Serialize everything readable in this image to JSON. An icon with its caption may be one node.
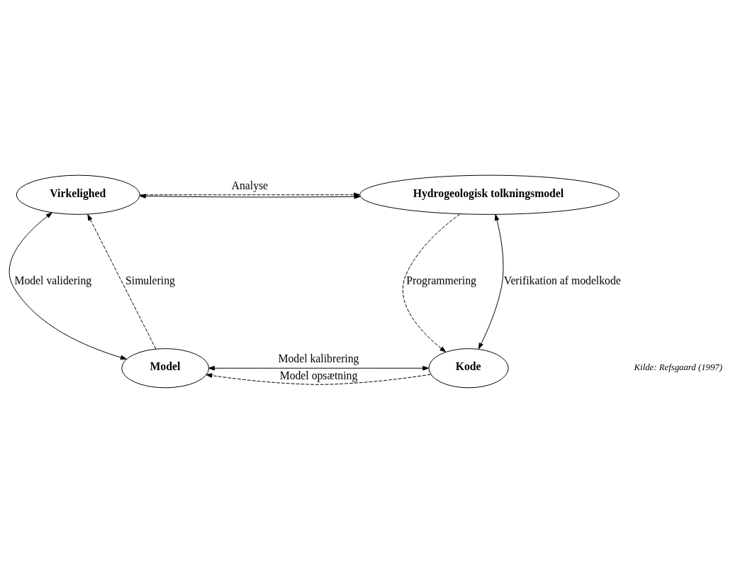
{
  "diagram": {
    "nodes": [
      {
        "text": [
          "Virkelighed"
        ]
      },
      {
        "text": [
          "Hydrogeologisk tolkningsmodel"
        ]
      },
      {
        "text": [
          "Model"
        ]
      },
      {
        "text": [
          "Kode"
        ]
      }
    ],
    "edges": [
      {
        "from": 0,
        "to": 1,
        "arrow": "both"
      },
      {
        "from": 0,
        "to": 1,
        "arrow": "to",
        "style": "dashed",
        "label": "Analyse"
      },
      {
        "from": 1,
        "to": 3,
        "arrow": "to",
        "style": "dashed",
        "label": "Programmering"
      },
      {
        "from": 1,
        "to": 3,
        "arrow": "both",
        "label": "Verifikation af modelkode"
      },
      {
        "from": 3,
        "to": 2,
        "arrow": "to",
        "style": "dashed",
        "label": "Model opsætning"
      },
      {
        "from": 2,
        "to": 3,
        "arrow": "both",
        "label": "Model kalibrering"
      },
      {
        "from": 2,
        "to": 0,
        "arrow": "to",
        "style": "dashed",
        "label": "Simulering"
      },
      {
        "from": 0,
        "to": 2,
        "arrow": "both",
        "label": "Model validering"
      }
    ],
    "labels": [
      "Kilde: Refsgaard (1997)"
    ]
  }
}
